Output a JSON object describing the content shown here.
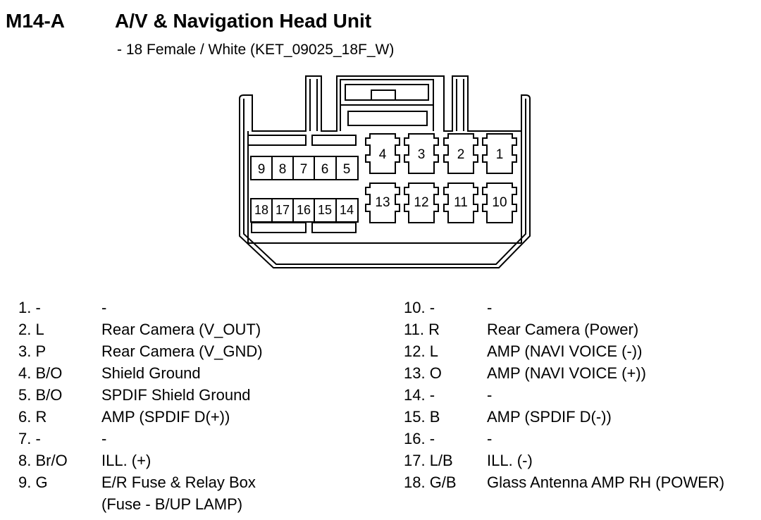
{
  "header": {
    "code": "M14-A",
    "title": "A/V & Navigation Head Unit",
    "subtitle": "- 18 Female / White (KET_09025_18F_W)"
  },
  "connector": {
    "small_pins_top": [
      "9",
      "8",
      "7",
      "6",
      "5"
    ],
    "small_pins_bottom": [
      "18",
      "17",
      "16",
      "15",
      "14"
    ],
    "large_pins_top": [
      "4",
      "3",
      "2",
      "1"
    ],
    "large_pins_bottom": [
      "13",
      "12",
      "11",
      "10"
    ]
  },
  "pins_left": [
    {
      "pin": "1. -",
      "wire": "-"
    },
    {
      "pin": "2. L",
      "wire": "Rear Camera (V_OUT)"
    },
    {
      "pin": "3. P",
      "wire": "Rear Camera (V_GND)"
    },
    {
      "pin": "4. B/O",
      "wire": "Shield Ground"
    },
    {
      "pin": "5. B/O",
      "wire": "SPDIF Shield Ground"
    },
    {
      "pin": "6. R",
      "wire": "AMP (SPDIF D(+))"
    },
    {
      "pin": "7. -",
      "wire": "-"
    },
    {
      "pin": "8. Br/O",
      "wire": "ILL. (+)"
    },
    {
      "pin": "9. G",
      "wire": "E/R Fuse & Relay Box"
    },
    {
      "pin": "",
      "wire": "(Fuse - B/UP LAMP)"
    }
  ],
  "pins_right": [
    {
      "pin": "10. -",
      "wire": "-"
    },
    {
      "pin": "11. R",
      "wire": "Rear Camera (Power)"
    },
    {
      "pin": "12. L",
      "wire": "AMP (NAVI VOICE (-))"
    },
    {
      "pin": "13. O",
      "wire": "AMP (NAVI VOICE (+))"
    },
    {
      "pin": "14. -",
      "wire": "-"
    },
    {
      "pin": "15. B",
      "wire": "AMP (SPDIF D(-))"
    },
    {
      "pin": "16. -",
      "wire": "-"
    },
    {
      "pin": "17. L/B",
      "wire": "ILL. (-)"
    },
    {
      "pin": "18. G/B",
      "wire": "Glass Antenna AMP RH (POWER)"
    }
  ]
}
